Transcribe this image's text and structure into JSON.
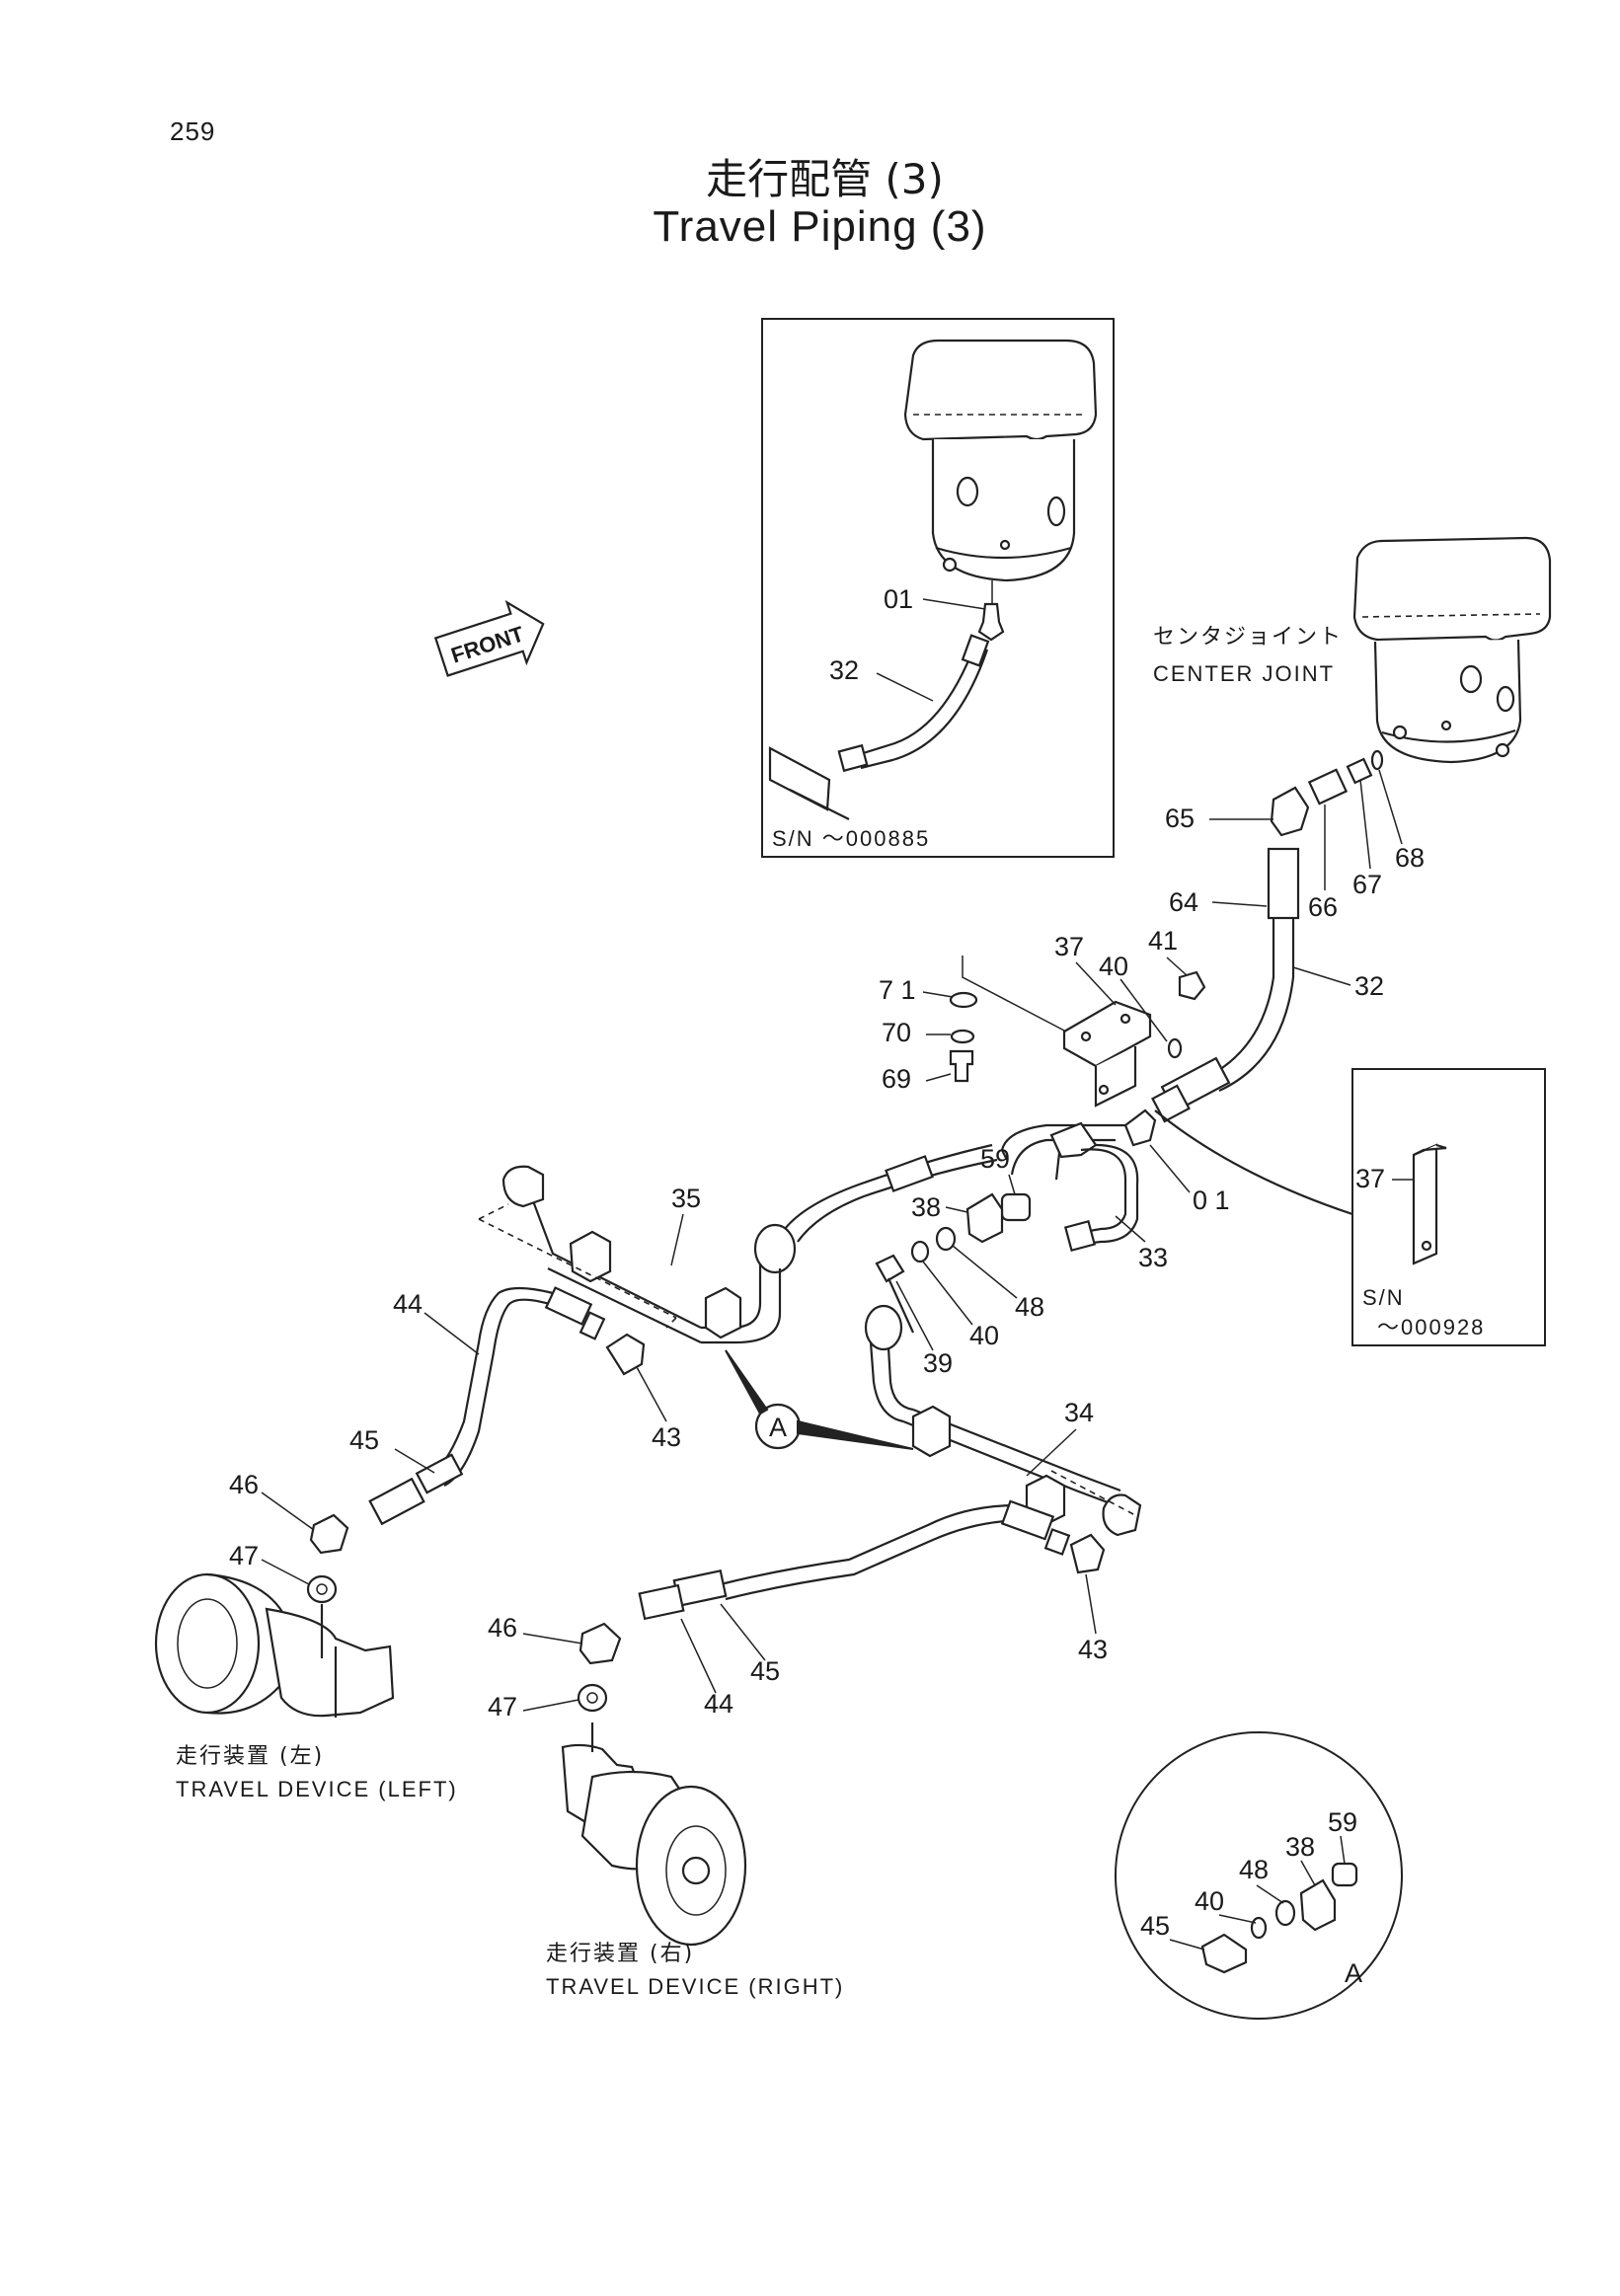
{
  "page_number": "259",
  "title_jp": "走行配管 (3)",
  "title_en": "Travel Piping (3)",
  "front_label": "FRONT",
  "center_joint": {
    "jp": "センタジョイント",
    "en": "CENTER JOINT"
  },
  "inset_top": {
    "serial": "S/N ～000885",
    "callouts": [
      "01",
      "32"
    ]
  },
  "inset_right": {
    "serial_line1": "S/N",
    "serial_line2": "～000928",
    "callouts": [
      "37"
    ]
  },
  "detail_a": {
    "marker": "A",
    "callouts": [
      "59",
      "38",
      "48",
      "40",
      "45"
    ]
  },
  "detail_ref_marker": "A",
  "travel_device_left": {
    "jp": "走行装置 (左)",
    "en": "TRAVEL DEVICE (LEFT)"
  },
  "travel_device_right": {
    "jp": "走行装置 (右)",
    "en": "TRAVEL DEVICE (RIGHT)"
  },
  "callouts": {
    "c65": "65",
    "c64": "64",
    "c66": "66",
    "c67": "67",
    "c68": "68",
    "c32": "32",
    "c37": "37",
    "c40a": "40",
    "c41": "41",
    "c71": "7 1",
    "c70": "70",
    "c69": "69",
    "c01": "0 1",
    "c59": "59",
    "c38": "38",
    "c33": "33",
    "c35": "35",
    "c48": "48",
    "c40b": "40",
    "c39": "39",
    "c44a": "44",
    "c43a": "43",
    "c45a": "45",
    "c46a": "46",
    "c47a": "47",
    "c34": "34",
    "c43b": "43",
    "c46b": "46",
    "c47b": "47",
    "c44b": "44",
    "c45b": "45"
  }
}
